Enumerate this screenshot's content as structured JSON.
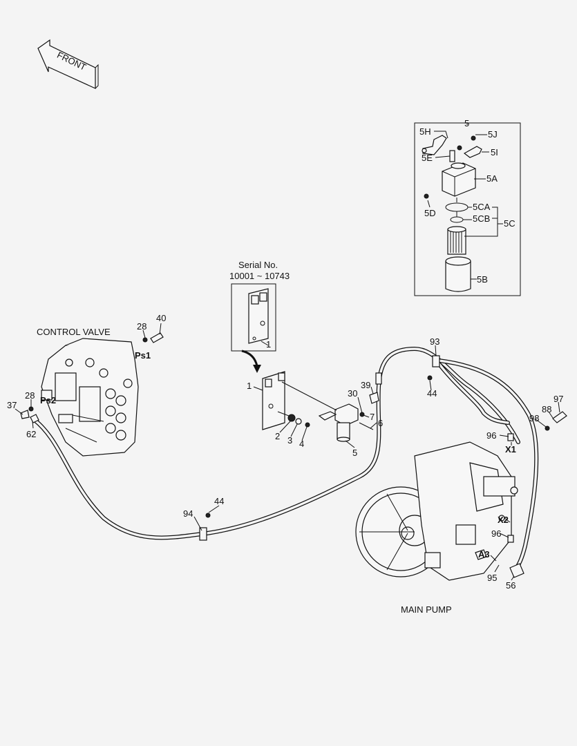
{
  "front_arrow": {
    "label": "FRONT"
  },
  "captions": {
    "control_valve": "CONTROL VALVE",
    "main_pump": "MAIN PUMP"
  },
  "serial": {
    "title": "Serial No.",
    "range": "10001 ~ 10743"
  },
  "filter_callouts": {
    "c5": "5",
    "c5h": "5H",
    "c5j": "5J",
    "c5e": "5E",
    "c5i": "5I",
    "c5a": "5A",
    "c5d": "5D",
    "c5ca": "5CA",
    "c5cb": "5CB",
    "c5c": "5C",
    "c5b": "5B"
  },
  "callouts": {
    "c28a": "28",
    "c40": "40",
    "ps1": "Ps1",
    "ps2": "Ps2",
    "c28b": "28",
    "c37": "37",
    "c62": "62",
    "c1a": "1",
    "c1b": "1",
    "c2": "2",
    "c3": "3",
    "c4": "4",
    "c5": "5",
    "c6": "6",
    "c7": "7",
    "c30": "30",
    "c39": "39",
    "c93": "93",
    "c44a": "44",
    "c44b": "44",
    "c94": "94",
    "c96a": "96",
    "x1": "X1",
    "c98": "98",
    "c88": "88",
    "c97": "97",
    "x2": "X2",
    "c96b": "96",
    "a3": "A3",
    "c95": "95",
    "c56": "56"
  }
}
